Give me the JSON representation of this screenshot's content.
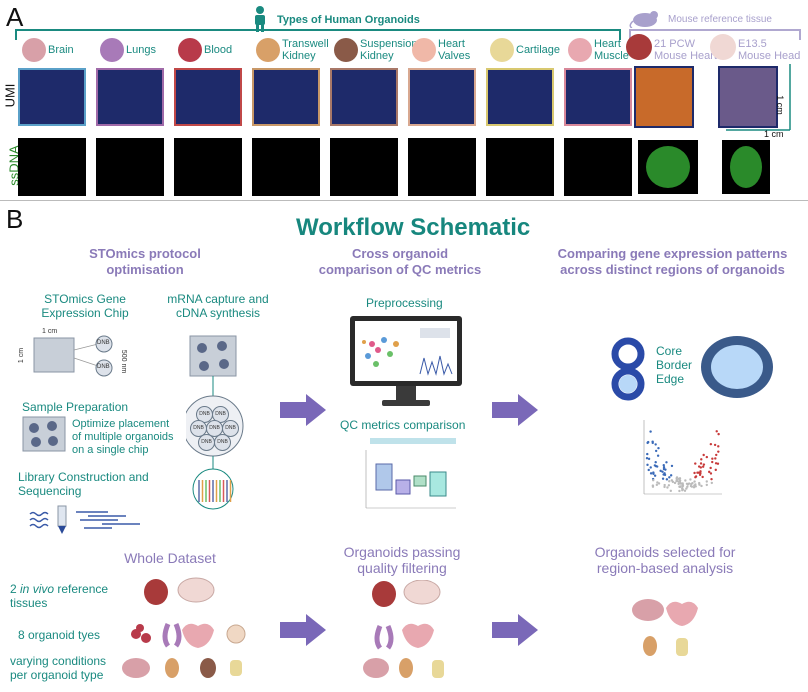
{
  "panel_a": {
    "letter": "A",
    "organoids_header": "Types of Human Organoids",
    "mouse_header": "Mouse reference tissue",
    "row_labels": {
      "umi": "UMI",
      "ssdna": "ssDNA"
    },
    "organoids": [
      {
        "label": "Brain",
        "border": "#5aa0c8"
      },
      {
        "label": "Lungs",
        "border": "#a06aa8"
      },
      {
        "label": "Blood",
        "border": "#c04848"
      },
      {
        "label": "Transwell\nKidney",
        "border": "#c89868"
      },
      {
        "label": "Suspension\nKidney",
        "border": "#a87868"
      },
      {
        "label": "Heart\nValves",
        "border": "#d8a890"
      },
      {
        "label": "Cartilage",
        "border": "#d8c870"
      },
      {
        "label": "Heart\nMuscle",
        "border": "#d8889a"
      }
    ],
    "mouse": [
      {
        "label": "21 PCW\nMouse Heart"
      },
      {
        "label": "E13.5\nMouse Head"
      }
    ],
    "scale_v": "1 cm",
    "scale_h": "1 cm"
  },
  "panel_b": {
    "letter": "B",
    "title": "Workflow Schematic",
    "col1": {
      "heading": "STOmics protocol\noptimisation",
      "chip_label": "STOmics Gene\nExpression Chip",
      "mrna_label": "mRNA capture and\ncDNA synthesis",
      "chip_dim_top": "1 cm",
      "chip_dim_left": "1 cm",
      "chip_dim_right": "500 nm",
      "dnb": "DNB",
      "sample_prep": "Sample Preparation",
      "optimize": "Optimize placement\nof multiple organoids\non a single chip",
      "library": "Library Construction and\nSequencing"
    },
    "col2": {
      "heading": "Cross organoid\ncomparison of QC metrics",
      "preprocessing": "Preprocessing",
      "qc": "QC metrics comparison"
    },
    "col3": {
      "heading": "Comparing gene expression patterns\nacross distinct regions of organoids",
      "regions": [
        "Core",
        "Border",
        "Edge"
      ]
    },
    "bottom": {
      "whole": "Whole Dataset",
      "passing": "Organoids passing\nquality filtering",
      "selected": "Organoids selected for\nregion-based analysis",
      "ref_prefix": "2 ",
      "ref_italic": "in vivo",
      "ref_suffix": " reference\ntissues",
      "eight": "8 organoid tyes",
      "varying": "varying conditions\nper organoid type"
    }
  }
}
